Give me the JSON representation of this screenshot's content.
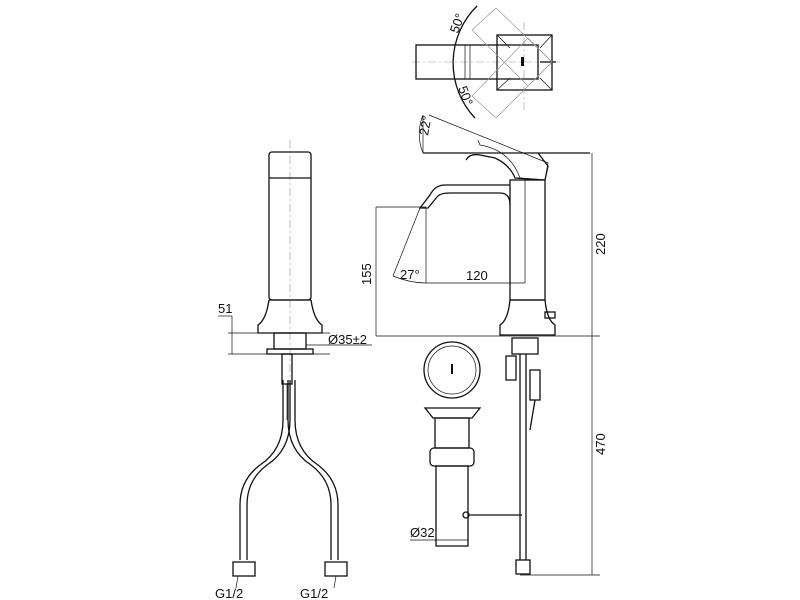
{
  "drawing": {
    "top_view": {
      "rotation_left": "50°",
      "rotation_right": "50°"
    },
    "side_view": {
      "lever_angle": "22°",
      "overall_height": "220",
      "spout_height": "155",
      "spout_angle": "27°",
      "spout_reach": "120",
      "drain_height": "470",
      "drain_diameter": "Ø32"
    },
    "front_view": {
      "deck_thickness": "51",
      "mount_hole": "Ø35±2",
      "inlet_left": "G1/2",
      "inlet_right": "G1/2"
    }
  }
}
